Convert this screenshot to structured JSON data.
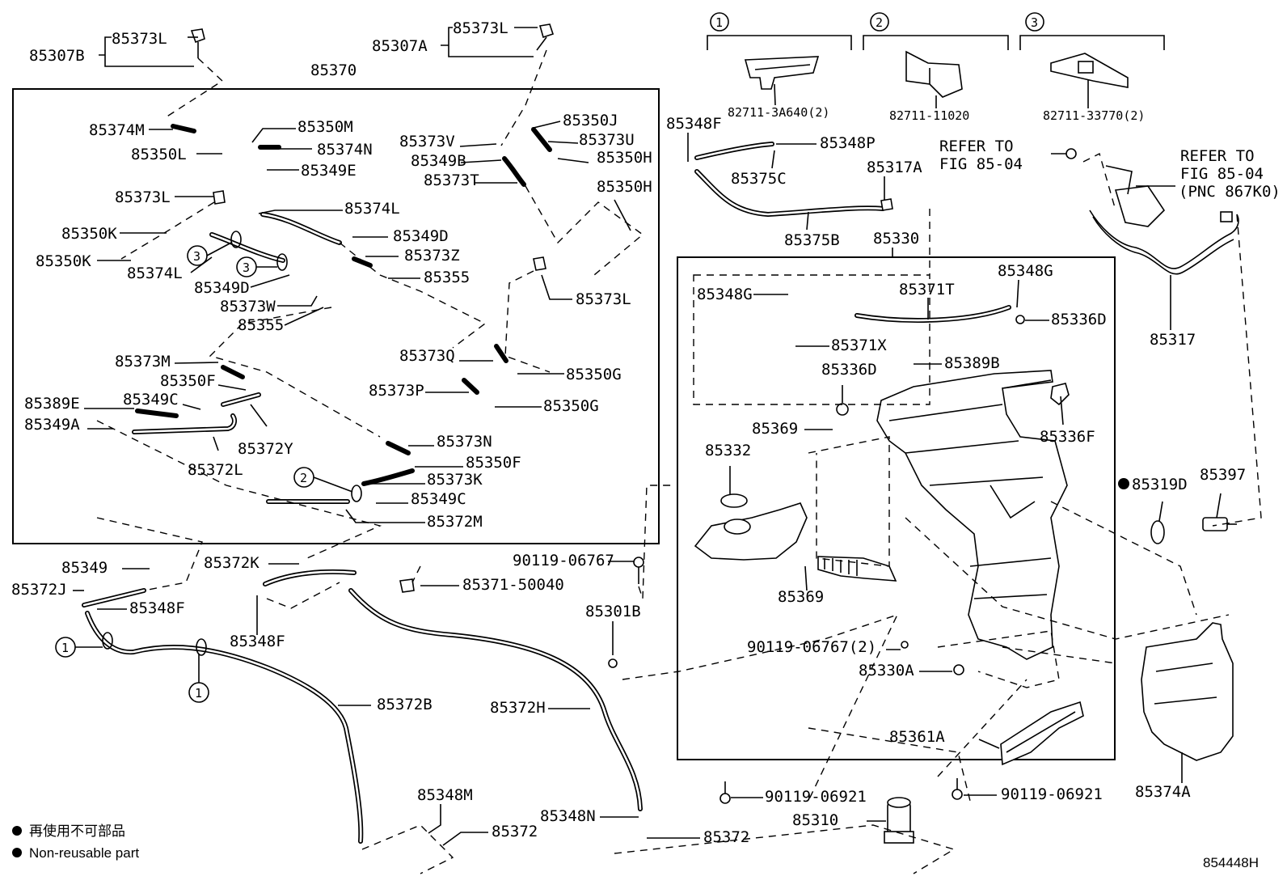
{
  "diagram_id": "854448H",
  "legend": {
    "jp": "再使用不可部品",
    "en": "Non-reusable part"
  },
  "callouts": {
    "c1": "1",
    "c2": "2",
    "c3": "3"
  },
  "groups": [
    {
      "id": "1",
      "part": "82711-3A640(2)"
    },
    {
      "id": "2",
      "part": "82711-11020"
    },
    {
      "id": "3",
      "part": "82711-33770(2)"
    }
  ],
  "refer": {
    "a_line1": "REFER TO",
    "a_line2": "FIG 85-04",
    "b_line1": "REFER TO",
    "b_line2": "FIG 85-04",
    "b_line3": "(PNC 867K0)"
  },
  "labels": {
    "p85307B": "85307B",
    "p85373L_a": "85373L",
    "p85307A": "85307A",
    "p85373L_b": "85373L",
    "p85370": "85370",
    "p85374M": "85374M",
    "p85350M": "85350M",
    "p85350L": "85350L",
    "p85374N": "85374N",
    "p85349E": "85349E",
    "p85373L_c": "85373L",
    "p85374L_a": "85374L",
    "p85350K_a": "85350K",
    "p85350K_b": "85350K",
    "p85374L_b": "85374L",
    "p85349D_a": "85349D",
    "p85373W": "85373W",
    "p85355_a": "85355",
    "p85349D_b": "85349D",
    "p85373Z": "85373Z",
    "p85355_b": "85355",
    "p85350J": "85350J",
    "p85373V": "85373V",
    "p85373U": "85373U",
    "p85349B": "85349B",
    "p85350H_a": "85350H",
    "p85373T": "85373T",
    "p85350H_b": "85350H",
    "p85373L_d": "85373L",
    "p85373M": "85373M",
    "p85350F_a": "85350F",
    "p85389E": "85389E",
    "p85349C_a": "85349C",
    "p85349A": "85349A",
    "p85372Y": "85372Y",
    "p85372L": "85372L",
    "p85373Q": "85373Q",
    "p85350G_a": "85350G",
    "p85373P": "85373P",
    "p85350G_b": "85350G",
    "p85373N": "85373N",
    "p85350F_b": "85350F",
    "p85373K": "85373K",
    "p85349C_b": "85349C",
    "p85372M": "85372M",
    "p85349": "85349",
    "p85372J": "85372J",
    "p85348F_a": "85348F",
    "p85372K": "85372K",
    "p85348F_b": "85348F",
    "p85371_50040": "85371-50040",
    "p90119_06767": "90119-06767",
    "p85301B": "85301B",
    "p85372B": "85372B",
    "p85372H": "85372H",
    "p85348M": "85348M",
    "p85348N": "85348N",
    "p85372_a": "85372",
    "p85372_b": "85372",
    "p85348F_c": "85348F",
    "p85348P": "85348P",
    "p85375C": "85375C",
    "p85317A": "85317A",
    "p85375B": "85375B",
    "p85330": "85330",
    "p85317": "85317",
    "p85348G_a": "85348G",
    "p85348G_b": "85348G",
    "p85371T": "85371T",
    "p85336D_a": "85336D",
    "p85371X": "85371X",
    "p85389B": "85389B",
    "p85336D_b": "85336D",
    "p85369_a": "85369",
    "p85336F": "85336F",
    "p85332": "85332",
    "p85369_b": "85369",
    "p85319D": "85319D",
    "p85397": "85397",
    "p90119_06767_2": "90119-06767(2)",
    "p85330A": "85330A",
    "p85361A": "85361A",
    "p85374A": "85374A",
    "p90119_06921_a": "90119-06921",
    "p85310": "85310",
    "p90119_06921_b": "90119-06921"
  }
}
